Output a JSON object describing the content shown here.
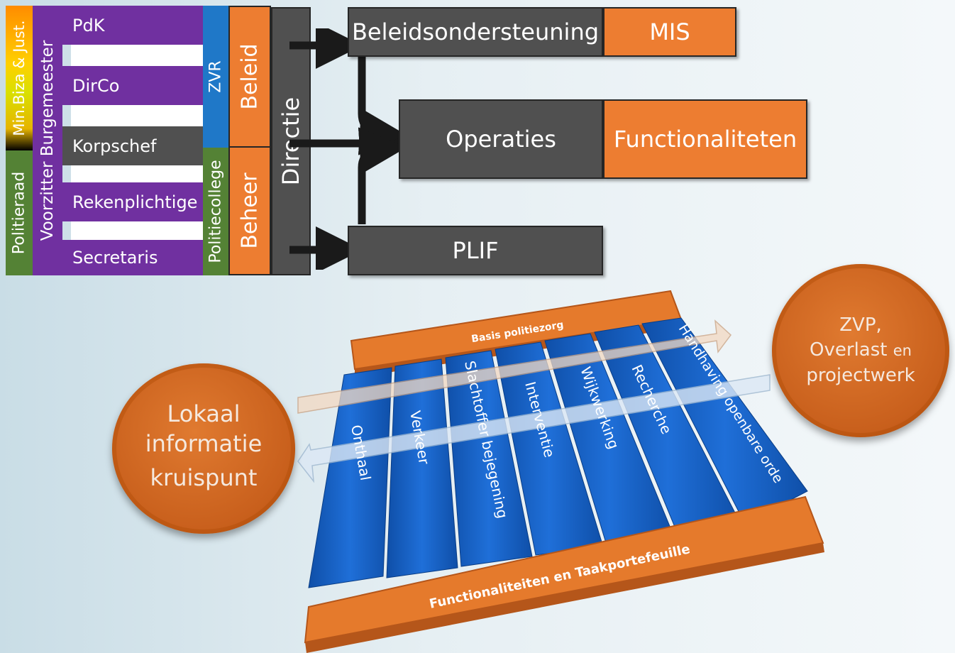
{
  "org": {
    "min": "Min.Biza & Just.",
    "politieraad": "Politieraad",
    "voorzitter": "Voorzitter Burgemeester",
    "pdk": "PdK",
    "dirco": "DirCo",
    "korpschef": "Korpschef",
    "rekenplichtige": "Rekenplichtige",
    "secretaris": "Secretaris",
    "zvr": "ZVR",
    "politiecollege": "Politiecollege",
    "beleid": "Beleid",
    "beheer": "Beheer",
    "directie": "Directie"
  },
  "units": {
    "beleidsondersteuning": "Beleidsondersteuning",
    "mis": "MIS",
    "operaties": "Operaties",
    "functionaliteten": "Functionaliteten",
    "plif": "PLIF"
  },
  "platform": {
    "top_bar": "Basis politiezorg",
    "bottom_bar": "Functionaliteiten en Taakportefeuille",
    "columns": [
      "Onthaal",
      "Verkeer",
      "Slachtoffer bejegening",
      "Interventie",
      "Wijkwerking",
      "Recherche",
      "Handhaving openbare orde"
    ]
  },
  "circles": {
    "left": [
      "Lokaal",
      "informatie",
      "kruispunt"
    ],
    "right_line1": "ZVP,",
    "right_line2_a": "Overlast",
    "right_line2_b": "en",
    "right_line3": "projectwerk"
  }
}
